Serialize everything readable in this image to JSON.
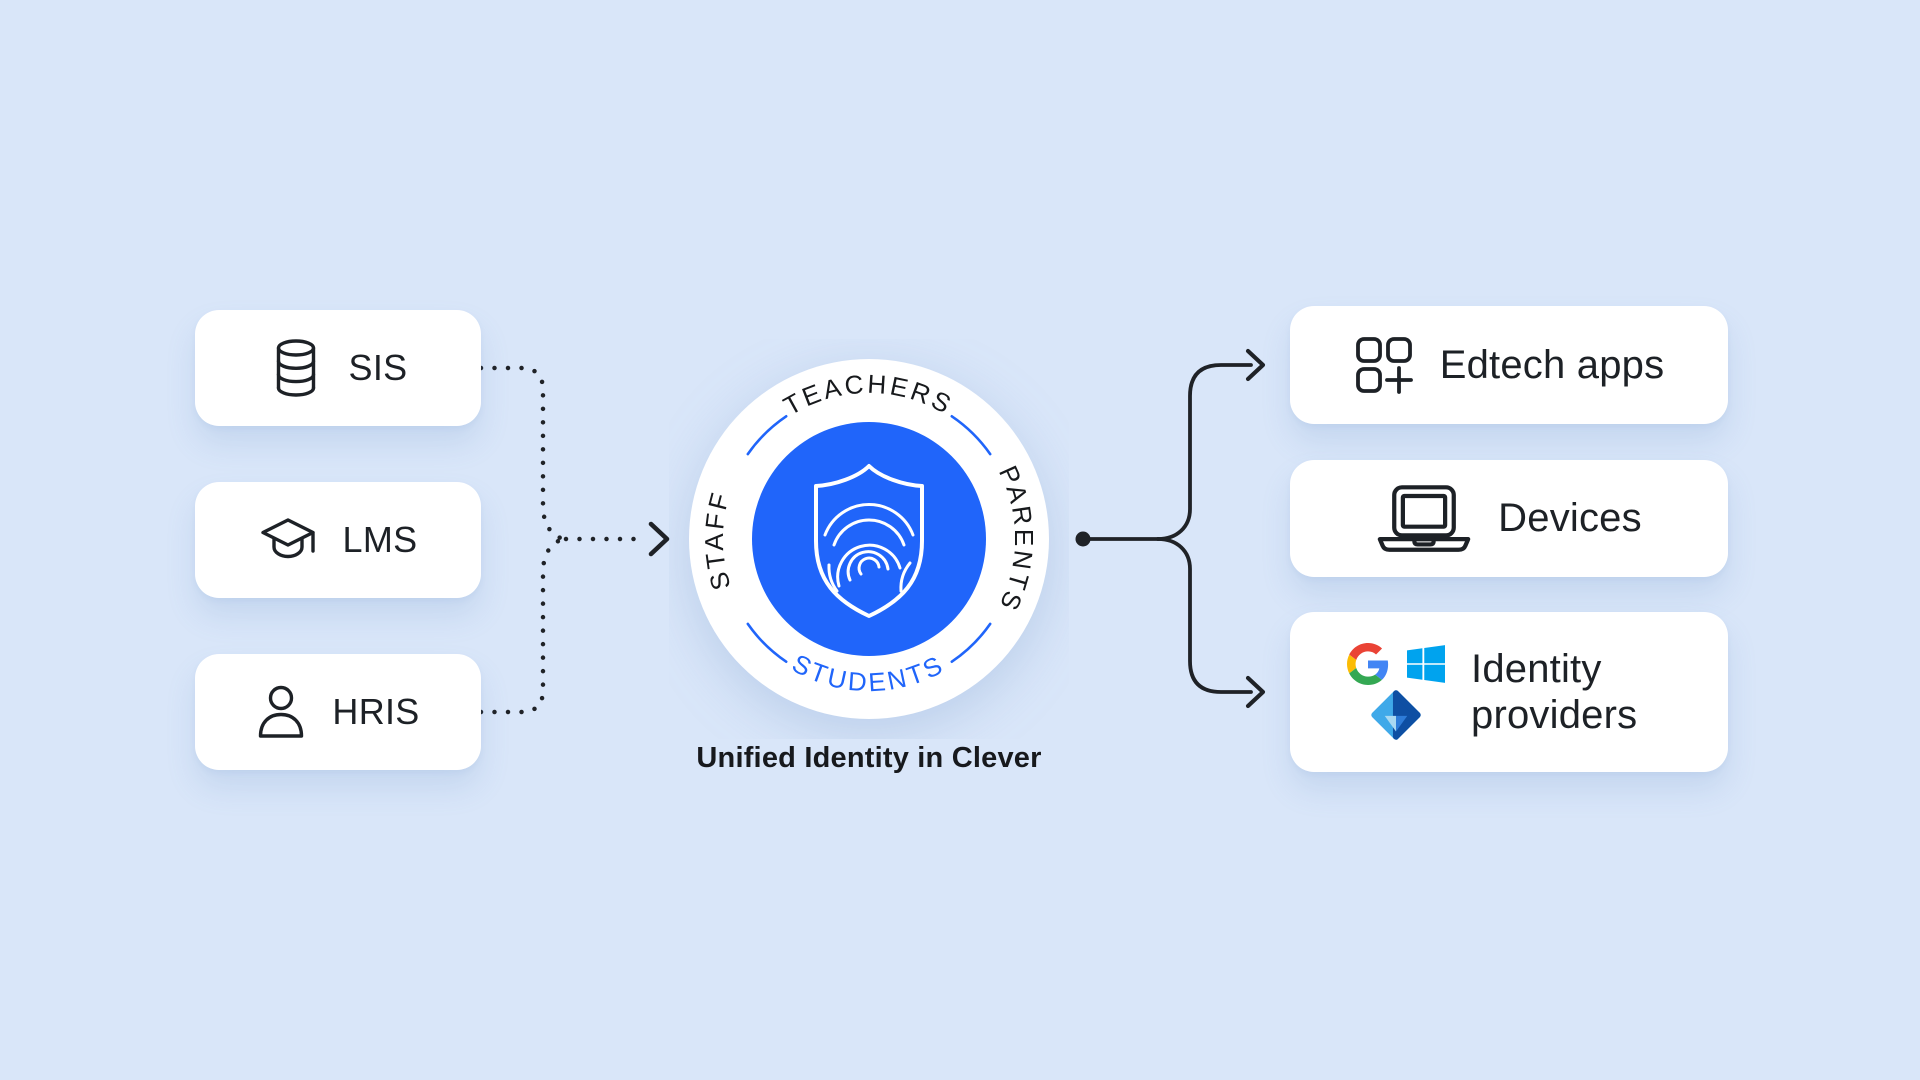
{
  "colors": {
    "background": "#d9e6f9",
    "card": "#ffffff",
    "ink": "#1d2126",
    "accent_blue": "#2065fa",
    "windows_logo_blue": "#00a3ee",
    "google_logo": [
      "#4285F4",
      "#EA4335",
      "#FBBC05",
      "#34A853"
    ],
    "azure_ad_logo": [
      "#3fa9e9",
      "#0e4fa3",
      "#a9d9f2",
      "#2e7cd8"
    ]
  },
  "left_cards": [
    {
      "label": "SIS",
      "icon": "database-icon"
    },
    {
      "label": "LMS",
      "icon": "graduation-cap-icon"
    },
    {
      "label": "HRIS",
      "icon": "person-icon"
    }
  ],
  "badge": {
    "ring_labels": {
      "top": "TEACHERS",
      "right": "PARENTS",
      "bottom": "STUDENTS",
      "left": "STAFF"
    },
    "center_icon": "shield-fingerprint-icon",
    "caption": "Unified Identity in Clever"
  },
  "right_cards": [
    {
      "label": "Edtech apps",
      "icon": "apps-grid-icon"
    },
    {
      "label": "Devices",
      "icon": "laptop-icon"
    },
    {
      "label": "Identity providers",
      "icons": [
        "google-logo-icon",
        "microsoft-windows-logo-icon",
        "azure-ad-logo-icon"
      ]
    }
  ]
}
